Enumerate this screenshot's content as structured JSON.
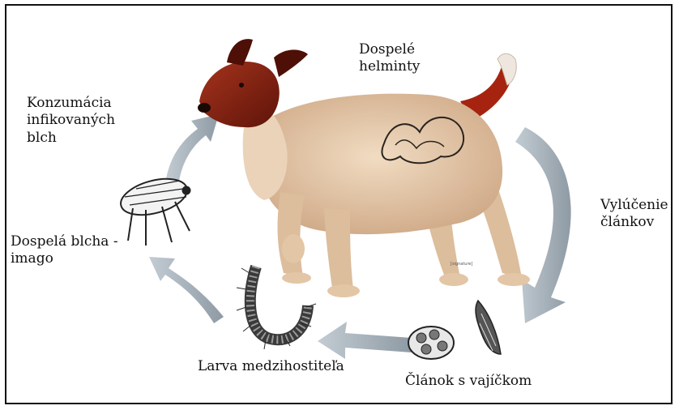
{
  "labels": {
    "adult_helminths": "Dospelé\nhelminty",
    "flea_consumption": "Konzumácia\ninfikovaných\nblch",
    "segment_shedding": "Vylúčenie\nčlánkov",
    "adult_flea": "Dospelá blcha -\nimago",
    "intermediate_larva": "Larva medzihostiteľa",
    "egg_segment": "Článok s vajíčkom"
  },
  "colors": {
    "arrow": "#a9b4bd",
    "dog_body": "#e6c9a8",
    "dog_head": "#7a1e10",
    "frame": "#111111"
  }
}
